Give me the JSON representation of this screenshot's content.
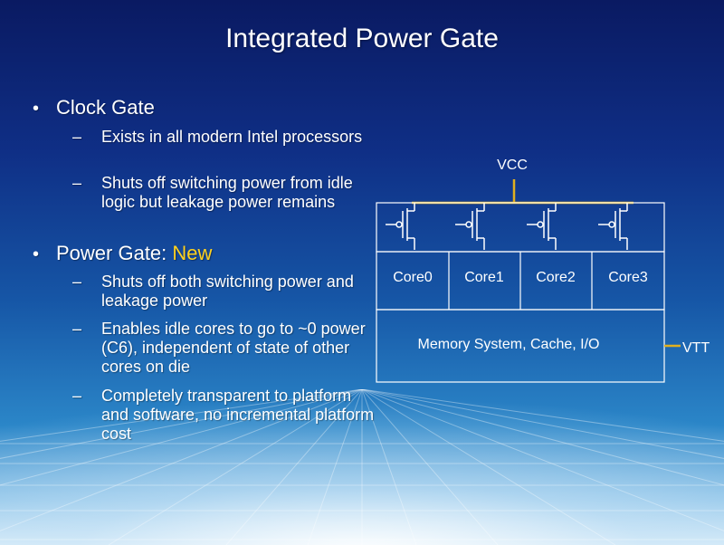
{
  "title": "Integrated Power Gate",
  "bullets": [
    {
      "label": "Clock Gate",
      "highlight": "",
      "subitems": [
        "Exists in all modern Intel processors",
        "Shuts off switching power from idle logic but leakage power remains"
      ]
    },
    {
      "label": "Power Gate: ",
      "highlight": "New",
      "subitems": [
        "Shuts off both switching power and leakage power",
        "Enables idle cores to go to ~0 power (C6), independent of state of other cores on die",
        "Completely transparent to platform and software, no incremental platform cost"
      ]
    }
  ],
  "diagram": {
    "vcc_label": "VCC",
    "vtt_label": "VTT",
    "cores": [
      "Core0",
      "Core1",
      "Core2",
      "Core3"
    ],
    "memory_label": "Memory System, Cache, I/O"
  },
  "colors": {
    "rail": "#e0b020",
    "highlight": "#ffd21f",
    "text": "#ffffff"
  }
}
